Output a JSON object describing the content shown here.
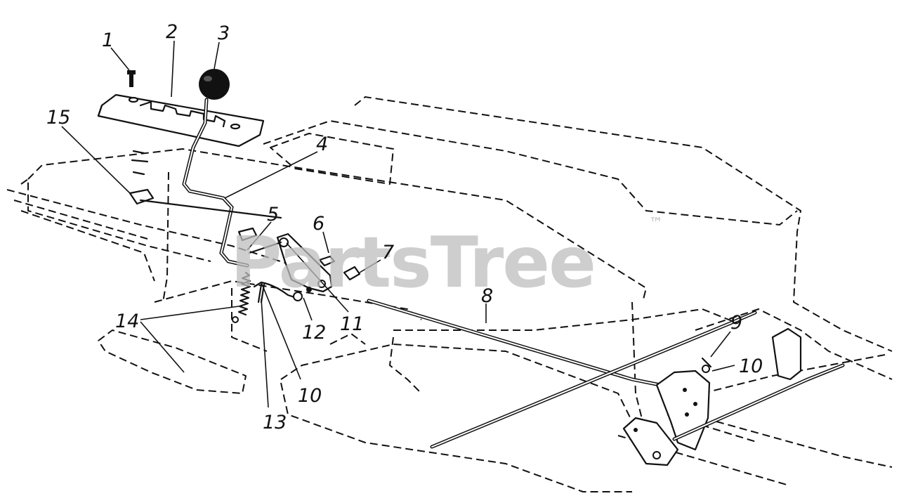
{
  "diagram": {
    "watermark": {
      "text": "PartsTree",
      "trademark": "™"
    },
    "callouts": [
      "1",
      "2",
      "3",
      "4",
      "5",
      "6",
      "7",
      "8",
      "9",
      "10",
      "11",
      "12",
      "10",
      "13",
      "14",
      "15"
    ]
  }
}
